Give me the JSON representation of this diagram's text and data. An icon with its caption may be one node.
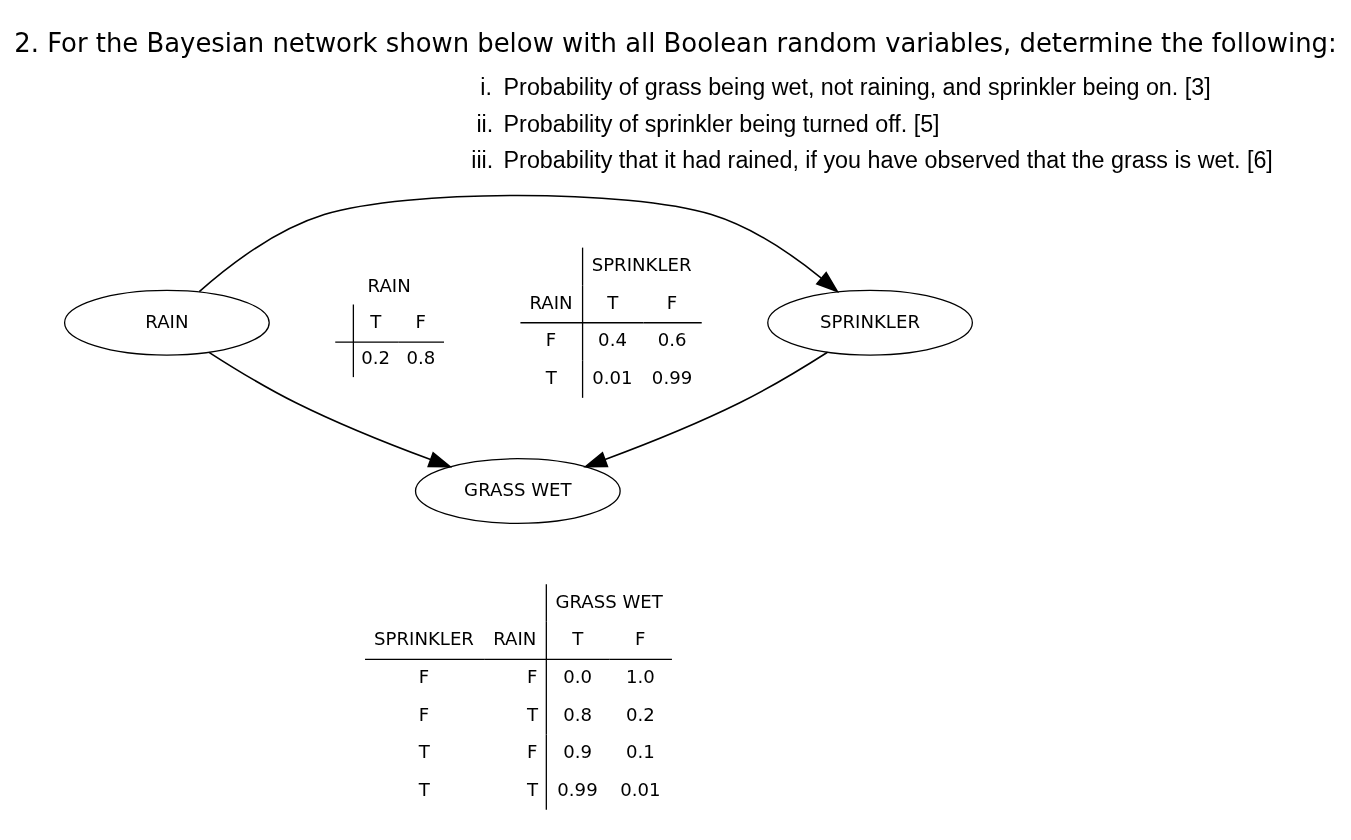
{
  "diagram": {
    "title": "2. For the Bayesian network shown below with all Boolean random variables, determine the following:",
    "nodes": [
      {
        "text": [
          "SPRINKLER"
        ]
      },
      {
        "text": [
          "RAIN"
        ]
      },
      {
        "text": [
          "GRASS WET"
        ]
      }
    ],
    "edges": [
      {
        "from": 1,
        "to": 0,
        "arrow": "to"
      },
      {
        "from": 0,
        "to": 2,
        "arrow": "to"
      },
      {
        "from": 1,
        "to": 2,
        "arrow": "to"
      }
    ],
    "labels": [
      "i.",
      "Probability of grass being wet, not raining, and sprinkler being on. [3]",
      "ii.",
      "Probability of sprinkler being turned off. [5]",
      "iii.",
      "Probability that it had rained, if you have observed that the grass is wet. [6]",
      "SPRINKLER",
      "RAIN",
      "T",
      "F",
      "F",
      "0.4",
      "0.6",
      "T",
      "0.01",
      "0.99",
      "RAIN",
      "T",
      "F",
      "0.2",
      "0.8",
      "GRASS WET",
      "SPRINKLER",
      "RAIN",
      "T",
      "F",
      "F",
      "F",
      "0.0",
      "1.0",
      "F",
      "T",
      "0.8",
      "0.2",
      "T",
      "F",
      "0.9",
      "0.1",
      "T",
      "T",
      "0.99",
      "0.01"
    ]
  }
}
